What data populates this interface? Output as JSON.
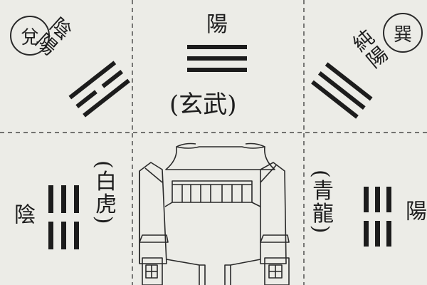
{
  "top_center": {
    "label": "陽",
    "name": "(玄武)"
  },
  "top_left": {
    "circle": "兌",
    "label": "陰陽"
  },
  "top_right": {
    "circle": "巽",
    "label": "純陽"
  },
  "mid_left": {
    "side": "陰",
    "name": "(白虎)"
  },
  "mid_right": {
    "side": "陽",
    "name": "(青龍)"
  },
  "trigrams": {
    "top_center": [
      true,
      true,
      true
    ],
    "top_left": [
      true,
      false,
      true
    ],
    "top_right": [
      true,
      true,
      true
    ],
    "mid_left": [
      false,
      false,
      false
    ],
    "mid_right": [
      false,
      false,
      false
    ]
  },
  "colors": {
    "ink": "#1c1c1c",
    "paper": "#ecece7"
  }
}
